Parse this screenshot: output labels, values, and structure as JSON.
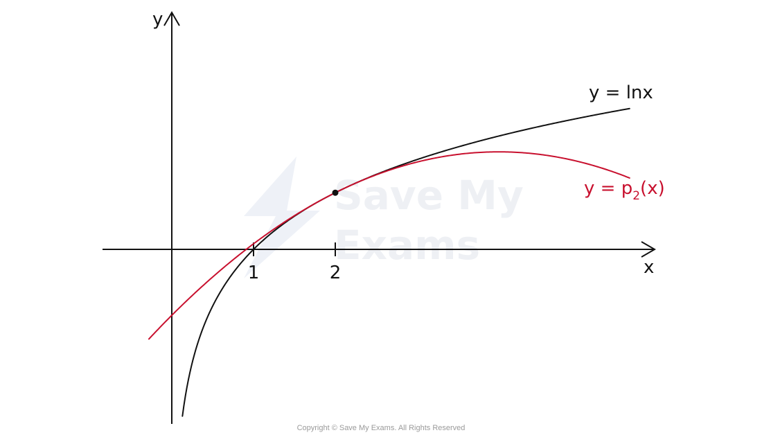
{
  "chart_data": {
    "type": "line",
    "xlabel": "x",
    "ylabel": "y",
    "x_ticks": [
      "1",
      "2"
    ],
    "x_tick_values": [
      1,
      2
    ],
    "series": [
      {
        "name": "y = lnx",
        "function": "ln(x)",
        "domain": [
          0.13,
          5.6
        ],
        "color": "#111111"
      },
      {
        "name": "y = p2(x)",
        "label_main": "y = p",
        "label_sub": "2",
        "label_tail": "(x)",
        "function": "ln(2) + (x-2)/2 - (x-2)^2/8",
        "domain": [
          -0.28,
          5.6
        ],
        "color": "#c8102e"
      }
    ],
    "tangent_point": {
      "x": 2,
      "y": 0.6931
    },
    "grid": false
  },
  "watermark": {
    "line1": "Save My",
    "line2": "Exams"
  },
  "copyright": "Copyright © Save My Exams. All Rights Reserved"
}
